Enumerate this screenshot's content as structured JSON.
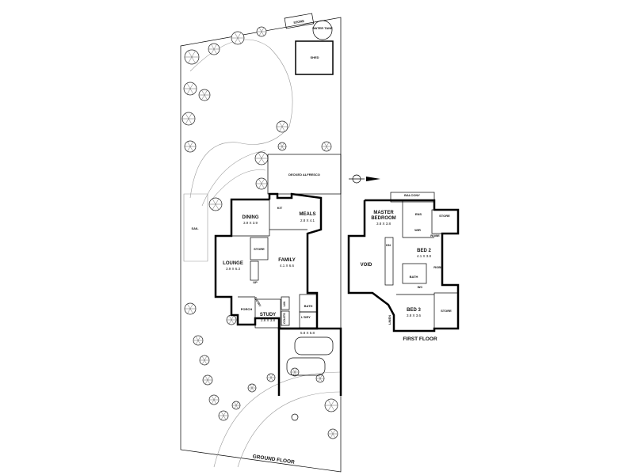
{
  "ground_floor": {
    "title": "GROUND FLOOR",
    "rooms": {
      "store_top": "STORE",
      "water_tank": "WATER TANK",
      "shed": "SHED",
      "alfresco": "DECKED ALFRESCO",
      "sail": "SAIL",
      "kit": "KIT",
      "dining": {
        "name": "DINING",
        "dim": "3.9 X 3.9"
      },
      "meals": {
        "name": "MEALS",
        "dim": "2.8 X 4.1"
      },
      "store": "STORE",
      "lounge": {
        "name": "LOUNGE",
        "dim": "3.9 X 6.3"
      },
      "family": {
        "name": "FAMILY",
        "dim": "4.1 X 6.6"
      },
      "entry": "ENTRY",
      "porch": "PORCH",
      "study": {
        "name": "STUDY",
        "dim": "2.8 X 3.8"
      },
      "bath": "BATH",
      "laundry": "L'DRY",
      "linen": "LIN",
      "coats": "COATS",
      "garage_dim": "5.8 X 5.8",
      "up": "UP"
    }
  },
  "first_floor": {
    "title": "FIRST FLOOR",
    "rooms": {
      "balcony": "BALCONY",
      "ens": "ENS",
      "master": {
        "name1": "MASTER",
        "name2": "BEDROOM",
        "dim": "3.8 X 3.8"
      },
      "store1": "STORE",
      "wir": "WIR",
      "robe1": "ROBE",
      "robe2": "ROBE",
      "bed2": {
        "name": "BED 2",
        "dim": "4.1 X 3.8"
      },
      "void": "VOID",
      "dn": "DN",
      "bath": "BATH",
      "wc": "WC",
      "bed3": {
        "name": "BED 3",
        "dim": "3.8 X 3.6"
      },
      "store2": "STORE",
      "linen": "LINEN"
    }
  },
  "north_arrow": "north-arrow-icon"
}
